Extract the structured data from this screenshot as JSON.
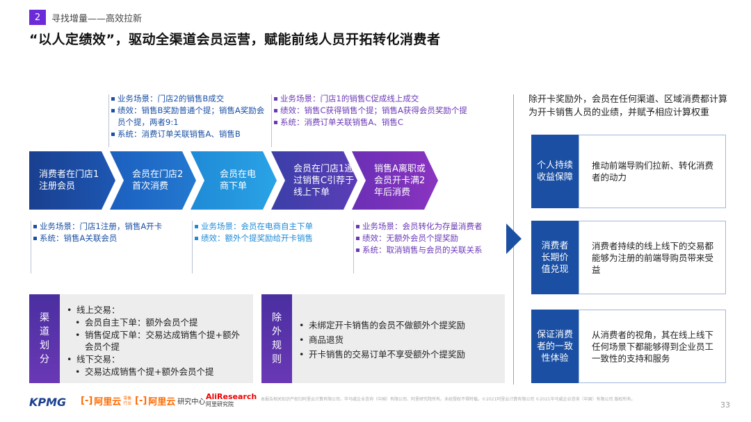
{
  "header": {
    "section_number": "2",
    "section_title": "寻找增量——高效拉新",
    "page_title": "“以人定绩效”，驱动全渠道会员运营，赋能前线人员开拓转化消费者"
  },
  "top_notes": [
    {
      "color": "#1a4fa3",
      "lines": [
        "业务场景：门店2的销售B成交",
        "绩效：销售B奖励普通个提；销售A奖励会员个提，两者9:1",
        "系统：消费订单关联销售A、销售B"
      ]
    },
    {
      "color": "#6a38b5",
      "lines": [
        "业务场景：门店1的销售C促成线上成交",
        "绩效：销售C获得销售个提；销售A获得会员奖励个提",
        "系统：消费订单关联销售A、销售C"
      ]
    }
  ],
  "steps": [
    "消费者在门店1注册会员",
    "会员在门店2首次消费",
    "会员在电商下单",
    "会员在门店1通过销售C引荐于线上下单",
    "销售A离职或会员开卡满2年后消费"
  ],
  "bottom_notes": [
    {
      "color": "#1a4fa3",
      "lines": [
        "业务场景：门店1注册，销售A开卡",
        "系统：销售A关联会员"
      ]
    },
    {
      "color": "#1f8ad6",
      "lines": [
        "业务场景：会员在电商自主下单",
        "绩效：额外个提奖励给开卡销售"
      ]
    },
    {
      "color": "#6a38b5",
      "lines": [
        "业务场景：会员转化为存量消费者",
        "绩效：无额外会员个提奖励",
        "系统：取消销售与会员的关联关系"
      ]
    }
  ],
  "channel": {
    "label": "渠道划分",
    "items": [
      {
        "level": 0,
        "text": "线上交易："
      },
      {
        "level": 1,
        "text": "会员自主下单：额外会员个提"
      },
      {
        "level": 1,
        "text": "销售促成下单：交易达成销售个提+额外会员个提"
      },
      {
        "level": 0,
        "text": "线下交易："
      },
      {
        "level": 1,
        "text": "交易达成销售个提+额外会员个提"
      }
    ]
  },
  "exception": {
    "label": "除外规则",
    "items": [
      "未绑定开卡销售的会员不做额外个提奖励",
      "商品退货",
      "开卡销售的交易订单不享受额外个提奖励"
    ]
  },
  "right_panel": {
    "intro": "除开卡奖励外，会员在任何渠道、区域消费都计算为开卡销售人员的业绩，并赋予相应计算权重",
    "cards": [
      {
        "label": "个人持续收益保障",
        "text": "推动前端导购们拉新、转化消费者的动力"
      },
      {
        "label": "消费者长期价值兑现",
        "text": "消费者持续的线上线下的交易都能够为注册的前端导购员带来受益"
      },
      {
        "label": "保证消费者的一致性体验",
        "text": "从消费者的视角，其在线上线下任何场景下都能够得到企业员工一致性的支持和服务"
      }
    ]
  },
  "footer": {
    "logos": [
      "KPMG",
      "阿里云",
      "零售行业",
      "阿里云",
      "研究中心",
      "AliResearch",
      "阿里研究院"
    ],
    "disclaimer": "本报告相关知识产权归阿里云计算有限公司、毕马威企业咨询（中国）有限公司、阿里研究院所有。未经授权不得转载。©2021阿里云计算有限公司 ©2021毕马威企业咨询（中国）有限公司 版权所有。",
    "page_number": "33"
  },
  "colors": {
    "dark_blue": "#1a4fa3",
    "blue": "#1f8ad6",
    "purple": "#6a38b5",
    "deep_purple": "#5b2a9d"
  }
}
